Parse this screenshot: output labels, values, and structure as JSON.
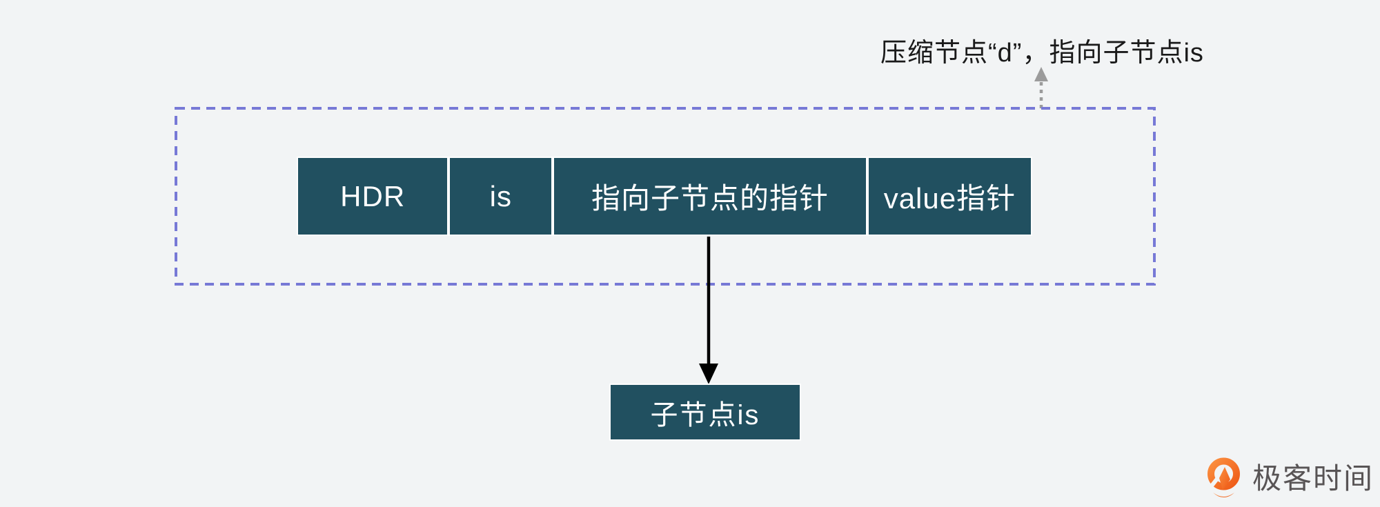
{
  "annotation": {
    "text": "压缩节点“d”，指向子节点is"
  },
  "compressed_node": {
    "cells": [
      {
        "label": "HDR"
      },
      {
        "label": "is"
      },
      {
        "label": "指向子节点的指针"
      },
      {
        "label": "value指针"
      }
    ]
  },
  "child_node": {
    "label": "子节点is"
  },
  "logo": {
    "text": "极客时间",
    "icon": "geektime-pin-icon"
  },
  "colors": {
    "background": "#f2f4f5",
    "node_fill": "#215060",
    "node_text": "#ffffff",
    "dashed_border": "#7779d6",
    "black_arrow": "#000000",
    "gray_arrow": "#9b9b9b",
    "logo_orange": "#f26f1d",
    "logo_text": "#585455"
  }
}
